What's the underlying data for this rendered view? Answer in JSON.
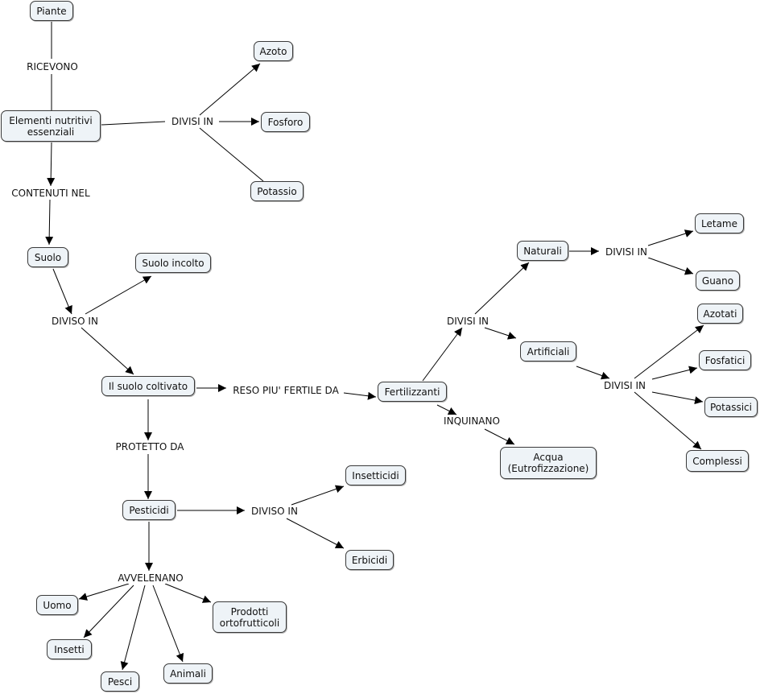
{
  "concepts": {
    "piante": "Piante",
    "elementi": "Elementi nutritivi\nessenziali",
    "azoto": "Azoto",
    "fosforo": "Fosforo",
    "potassio": "Potassio",
    "suolo": "Suolo",
    "suolo_incolto": "Suolo incolto",
    "suolo_coltivato": "Il suolo coltivato",
    "fertilizzanti": "Fertilizzanti",
    "naturali": "Naturali",
    "artificiali": "Artificiali",
    "letame": "Letame",
    "guano": "Guano",
    "azotati": "Azotati",
    "fosfatici": "Fosfatici",
    "potassici": "Potassici",
    "complessi": "Complessi",
    "acqua": "Acqua\n(Eutrofizzazione)",
    "pesticidi": "Pesticidi",
    "insetticidi": "Insetticidi",
    "erbicidi": "Erbicidi",
    "uomo": "Uomo",
    "insetti": "Insetti",
    "pesci": "Pesci",
    "animali": "Animali",
    "prodotti": "Prodotti\nortofrutticoli"
  },
  "phrases": {
    "ricevono": "RICEVONO",
    "divisi_in_1": "DIVISI IN",
    "contenuti_nel": "CONTENUTI NEL",
    "diviso_in_1": "DIVISO IN",
    "reso_piu_fertile_da": "RESO PIU' FERTILE DA",
    "protetto_da": "PROTETTO DA",
    "divisi_in_2": "DIVISI IN",
    "divisi_in_3": "DIVISI IN",
    "divisi_in_4": "DIVISI IN",
    "inquinano": "INQUINANO",
    "diviso_in_2": "DIVISO IN",
    "avvelenano": "AVVELENANO"
  },
  "colors": {
    "node_fill": "#eef3f7",
    "node_border": "#3a3a3a",
    "link": "#000000"
  }
}
